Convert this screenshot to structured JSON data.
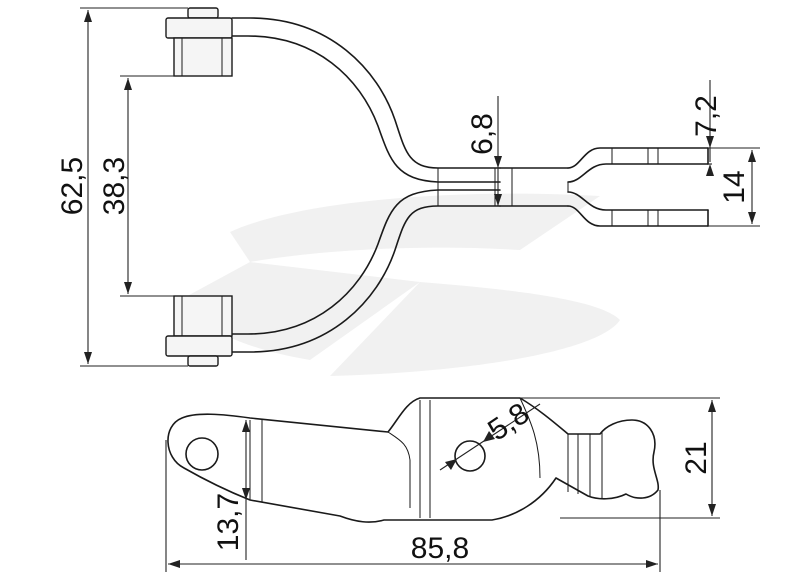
{
  "drawing": {
    "dimensions": {
      "overall_height": "62,5",
      "inner_height": "38,3",
      "stem_thickness": "6,8",
      "tip_width": "7,2",
      "tip_span": "14",
      "hole_diameter": "5,8",
      "side_height": "21",
      "end_height": "13,7",
      "overall_length": "85,8"
    },
    "colors": {
      "line": "#1a1a1a",
      "watermark": "#f1f1f1",
      "background": "#ffffff"
    }
  }
}
